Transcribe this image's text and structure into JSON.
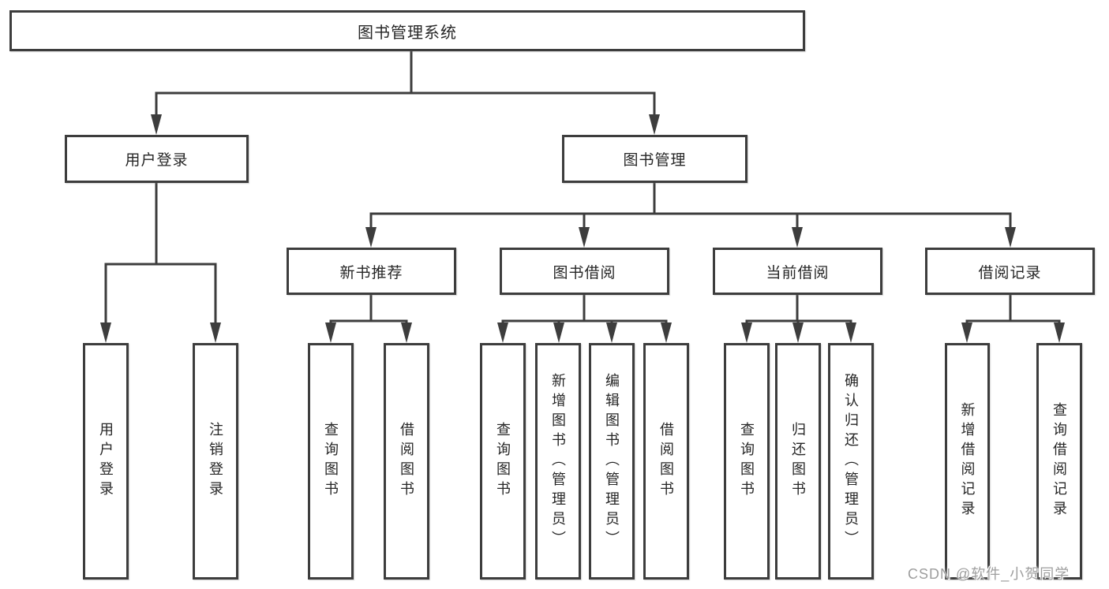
{
  "diagram": {
    "tree": {
      "label": "图书管理系统",
      "children": [
        {
          "label": "用户登录",
          "children": [
            {
              "label": "用户登录"
            },
            {
              "label": "注销登录"
            }
          ]
        },
        {
          "label": "图书管理",
          "children": [
            {
              "label": "新书推荐",
              "children": [
                {
                  "label": "查询图书"
                },
                {
                  "label": "借阅图书"
                }
              ]
            },
            {
              "label": "图书借阅",
              "children": [
                {
                  "label": "查询图书"
                },
                {
                  "label": "新增图书（管理员）"
                },
                {
                  "label": "编辑图书（管理员）"
                },
                {
                  "label": "借阅图书"
                }
              ]
            },
            {
              "label": "当前借阅",
              "children": [
                {
                  "label": "查询图书"
                },
                {
                  "label": "归还图书"
                },
                {
                  "label": "确认归还（管理员）"
                }
              ]
            },
            {
              "label": "借阅记录",
              "children": [
                {
                  "label": "新增借阅记录"
                },
                {
                  "label": "查询借阅记录"
                }
              ]
            }
          ]
        }
      ]
    }
  },
  "watermark": {
    "text": "CSDN @软件_小贺同学"
  },
  "colors": {
    "line": "#3d3d3d",
    "box_border": "#3d3d3d",
    "text": "#262626",
    "watermark": "#9e9e9e",
    "background": "#ffffff"
  }
}
